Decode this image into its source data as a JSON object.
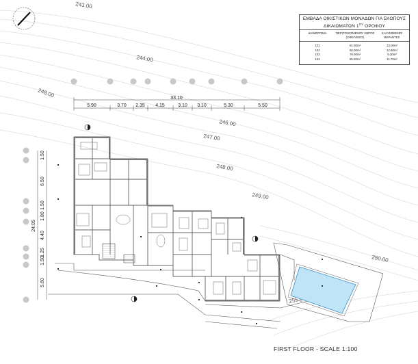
{
  "north_arrow": {
    "icon": "north-arrow-icon"
  },
  "contour_labels": [
    "243.00",
    "244.00",
    "248.00",
    "246.00",
    "247.00",
    "248.00",
    "249.00",
    "250.00",
    "255.00"
  ],
  "overall_dimension": "33.10",
  "horizontal_dimensions": [
    "5.90",
    "3.70",
    "2.35",
    "4.15",
    "3.10",
    "3.10",
    "5.30",
    "5.50"
  ],
  "vertical_total": "24.05",
  "vertical_dimensions": [
    "1.50",
    "6.50",
    "1.50",
    "1.80",
    "4.40",
    "1.25",
    "1.50",
    "5.60"
  ],
  "table": {
    "title_line1": "ΕΜΒΑΔΑ ΟΙΚΙΣΤΙΚΩΝ ΜΟΝΑΔΩΝ ΓΙΑ ΣΚΟΠΟΥΣ",
    "title_line2_prefix": "ΔΙΚΑΙΩΜΑΤΩΝ  1",
    "title_line2_sup": "ΟΥ",
    "title_line2_suffix": " ΟΡΟΦΟΥ",
    "headers": [
      "ΔΙΑΜΕΡΙΣΜΑ",
      "ΠΕΡΙΤΟΙΧΙΣΜΕΝΟΣ ΧΩΡΟΣ (ΟΦΕΛΙΜΟΣ)",
      "ΚΑΛΥΜΜΕΝΕΣ ΒΕΡΑΝΤΕΣ"
    ],
    "rows": [
      [
        "101",
        "81.00m²",
        "13.00m²"
      ],
      [
        "102",
        "60.00m²",
        "12.90m²"
      ],
      [
        "103",
        "76.00m²",
        "9.30m²"
      ],
      [
        "104",
        "95.00m²",
        "11.70m²"
      ]
    ]
  },
  "footer": {
    "title": "FIRST FLOOR - SCALE 1:100"
  },
  "colors": {
    "pool": "#bfe4f7",
    "pool_stroke": "#3a8fc4",
    "lines": "#333333",
    "contours": "#c8c8c8"
  }
}
